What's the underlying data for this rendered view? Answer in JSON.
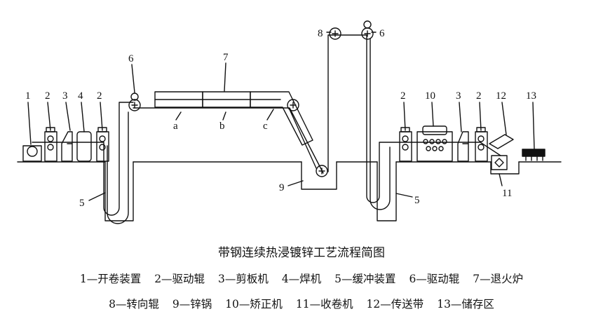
{
  "title": "带钢连续热浸镀锌工艺流程简图",
  "diagram_labels": {
    "n1": "1",
    "n2a": "2",
    "n3a": "3",
    "n4": "4",
    "n2b": "2",
    "n5a": "5",
    "n6a": "6",
    "n7": "7",
    "n8": "8",
    "n6b": "6",
    "n9": "9",
    "n2c": "2",
    "n10": "10",
    "n3b": "3",
    "n2d": "2",
    "n12": "12",
    "n13": "13",
    "n11": "11",
    "n5b": "5",
    "sec_a": "a",
    "sec_b": "b",
    "sec_c": "c"
  },
  "legend_row1": [
    "1—开卷装置",
    "2—驱动辊",
    "3—剪板机",
    "4—焊机",
    "5—缓冲装置",
    "6—驱动辊",
    "7—退火炉"
  ],
  "legend_row2": [
    "8—转向辊",
    "9—锌锅",
    "10—矫正机",
    "11—收卷机",
    "12—传送带",
    "13—储存区"
  ]
}
